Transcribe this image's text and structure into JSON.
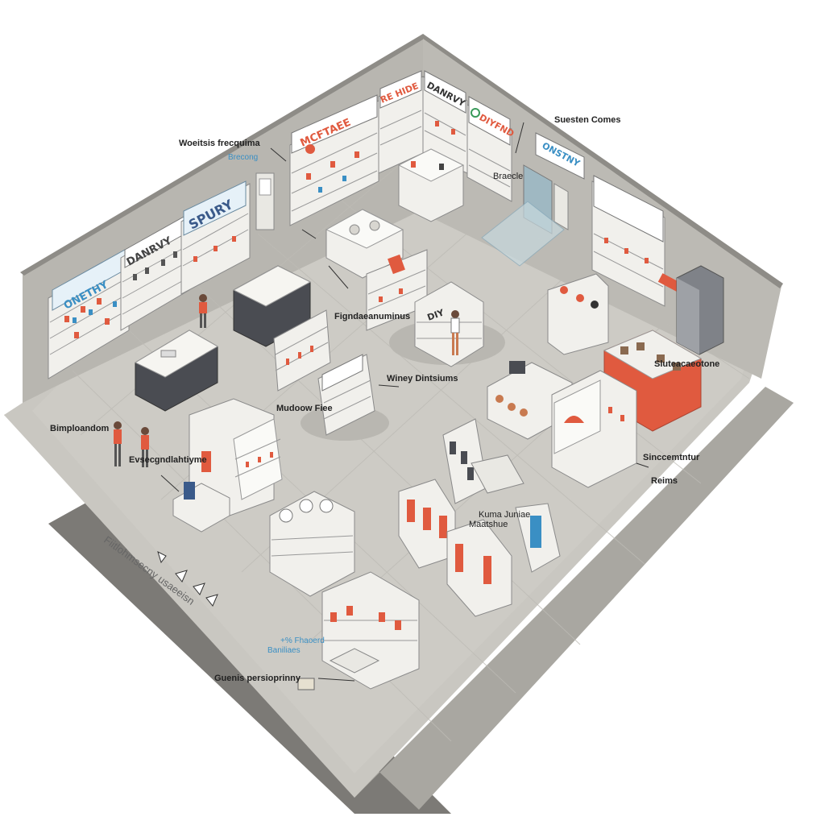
{
  "store_signs": {
    "left_wall_1": "ONETHY",
    "left_wall_2": "DANRVY",
    "left_wall_3": "SPURY",
    "back_wall_1": "MCFTAEE",
    "back_wall_2": "RE HIDE",
    "back_wall_3": "DANRVY",
    "back_wall_4": "DIYFND",
    "right_wall_1": "ONSTNY",
    "mid_sign_1": "DIY"
  },
  "callouts": {
    "top_left_1": "Woeitsis frecquima",
    "top_left_2": "Brecong",
    "top_right": "Suesten Comes",
    "back_center": "Braecle",
    "center_1": "Figndaeanuminus",
    "center_2": "Winey Dintsiums",
    "center_3": "Mudoow Fiee",
    "left_1": "Bimploandom",
    "left_2": "Evsecgndlahtiyme",
    "right_1": "Sluteacaeotone",
    "right_2": "Sinccemtntur",
    "right_3": "Reims",
    "bottom_center_1": "Kuma Juniae",
    "bottom_center_2": "Maatshue",
    "bottom_blue_1": "+% Fhaoerd",
    "bottom_blue_2": "Baniliaes",
    "bottom_1": "Guenis persioprinny",
    "path_label": "Fiitlohmsecny usaeeisn"
  },
  "colors": {
    "wall": "#b8b6b0",
    "wall_top": "#d6d4ce",
    "floor": "#c9c7c1",
    "floor_outer": "#a9a7a1",
    "shadow": "#7c7a76",
    "accent_red": "#e05a3f",
    "accent_blue": "#3a8fc4",
    "shelf": "#f1f0ec",
    "counter_dark": "#4a4c52"
  }
}
